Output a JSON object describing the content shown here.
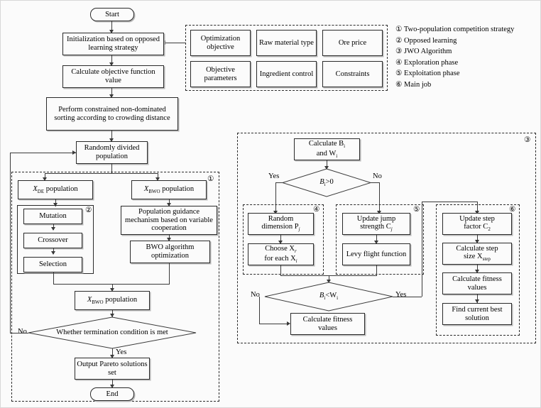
{
  "legend": {
    "items": [
      "① Two-population competition strategy",
      "② Opposed learning",
      "③ JWO Algorithm",
      "④ Exploration phase",
      "⑤ Exploitation phase",
      "⑥ Main job"
    ]
  },
  "main_flow": {
    "start": "Start",
    "init": "Initialization based on opposed learning strategy",
    "calc_obj": "Calculate objective function value",
    "sorting": "Perform constrained non-dominated sorting according to crowding distance",
    "random_divide": "Randomly divided population",
    "x_bwo_merged": "population",
    "x_bwo_merged_sym": "X",
    "x_bwo_merged_sub": "BWO",
    "termination": "Whether termination condition is met",
    "output": "Output Pareto solutions set",
    "end": "End",
    "label_no": "No",
    "label_yes": "Yes"
  },
  "inputs_panel": {
    "cells": [
      "Optimization objective",
      "Raw material type",
      "Ore price",
      "Objective parameters",
      "Ingredient control",
      "Constraints"
    ]
  },
  "panel1": {
    "index": "①",
    "de_population": "population",
    "de_sym": "X",
    "de_sub": "DE",
    "bwo_population": "population",
    "bwo_sym": "X",
    "bwo_sub": "BWO",
    "pop_guidance": "Population guidance mechanism based on variable cooperation",
    "bwo_opt": "BWO algorithm optimization"
  },
  "panel2": {
    "index": "②",
    "steps": [
      "Mutation",
      "Crossover",
      "Selection"
    ]
  },
  "panel3": {
    "index": "③",
    "calc_bw_line1": "Calculate B",
    "calc_bw_line1_sub": "i",
    "calc_bw_line2": "and W",
    "calc_bw_line2_sub": "i",
    "decision_top_sym": "B",
    "decision_top_sub": "i",
    "decision_top_rest": ">0",
    "decision_top_yes": "Yes",
    "decision_top_no": "No",
    "decision_bottom_left_sym": "B",
    "decision_bottom_left_sub": "i",
    "decision_bottom_mid": "<W",
    "decision_bottom_right_sub": "i",
    "decision_bottom_no": "No",
    "decision_bottom_yes": "Yes",
    "calc_fitness": "Calculate fitness values"
  },
  "panel4": {
    "index": "④",
    "random_dim_line1": "Random",
    "random_dim_line2": "dimension P",
    "random_dim_sub": "j",
    "choose_line1_pre": "Choose X",
    "choose_line1_sub": "r",
    "choose_line2_pre": "for each  X",
    "choose_line2_sub": "i"
  },
  "panel5": {
    "index": "⑤",
    "update_jump_line1": "Update jump",
    "update_jump_line2": "strength  C",
    "update_jump_sub": "j",
    "levy": "Levy flight function"
  },
  "panel6": {
    "index": "⑥",
    "update_step_line1": "Update step",
    "update_step_line2": "factor C",
    "update_step_sub": "2",
    "calc_step_line1": "Calculate step",
    "calc_step_line2": "size X",
    "calc_step_sub": "step",
    "calc_fitness": "Calculate fitness values",
    "find_best": "Find current best solution"
  },
  "colors": {
    "line": "#3a3a3a",
    "box_border": "#2a2a2a",
    "panel_border": "#2b2b2b",
    "shadow": "#b9b9b9",
    "background": "#fbfbfb"
  }
}
